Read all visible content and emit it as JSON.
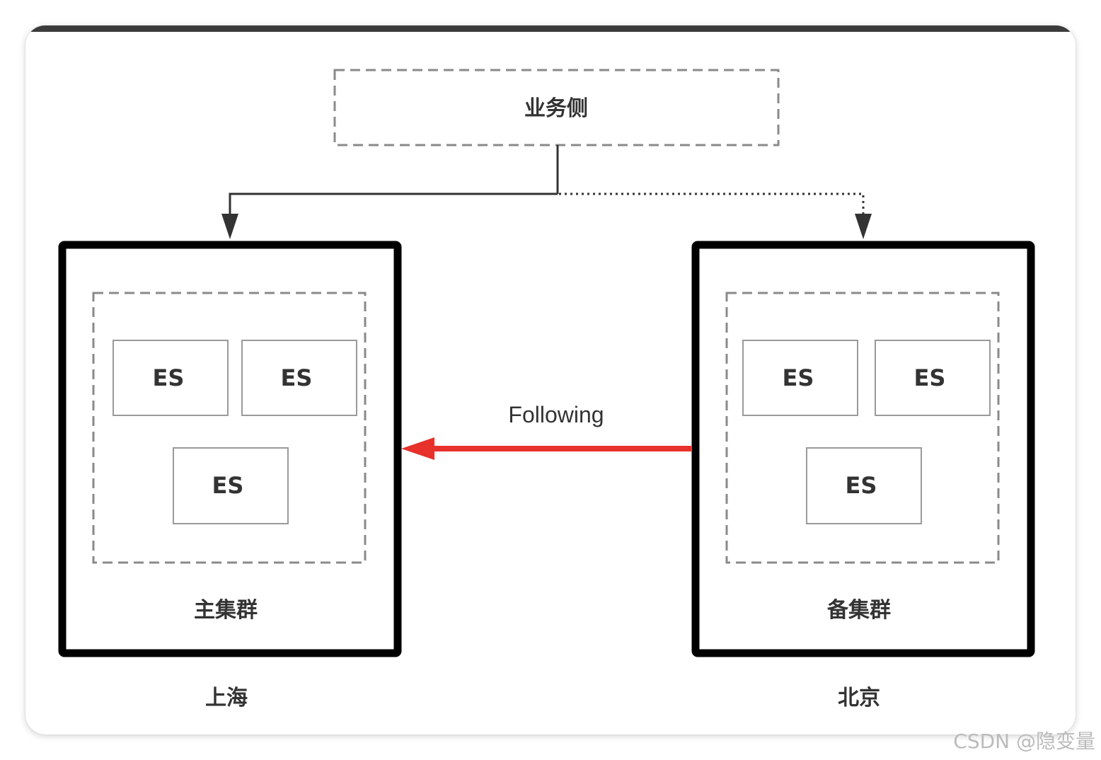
{
  "diagram": {
    "business_side": "业务侧",
    "primary_cluster": {
      "label": "主集群",
      "location": "上海",
      "nodes": [
        "ES",
        "ES",
        "ES"
      ]
    },
    "standby_cluster": {
      "label": "备集群",
      "location": "北京",
      "nodes": [
        "ES",
        "ES",
        "ES"
      ]
    },
    "replication_label": "Following",
    "replication_color": "#e8312a"
  },
  "watermark": "CSDN @隐变量"
}
